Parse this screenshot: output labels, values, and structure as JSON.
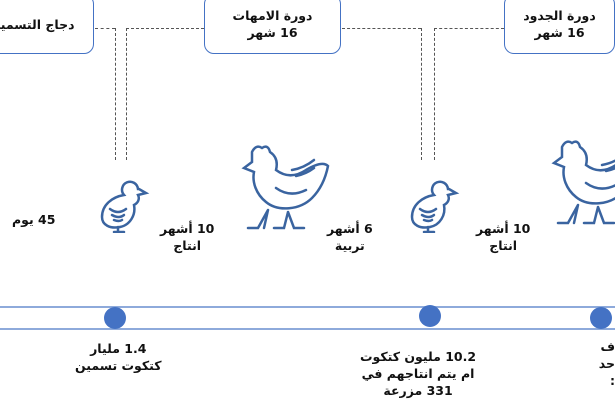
{
  "cycles": [
    {
      "title": "دجاج التسمين",
      "duration": ""
    },
    {
      "title": "دورة الامهات",
      "duration": "16 شهر"
    },
    {
      "title": "دورة الجدود",
      "duration": "16 شهر"
    }
  ],
  "phases": {
    "broiler_days": "45 يوم",
    "p1": {
      "line1": "10 أشهر",
      "line2": "انتاج"
    },
    "p2": {
      "line1": "6 أشهر",
      "line2": "تربية"
    },
    "p3": {
      "line1": "10 أشهر",
      "line2": "انتاج"
    }
  },
  "milestones": [
    {
      "line1": "1.4 مليار",
      "line2": "كتكوت تسمين"
    },
    {
      "line1": "10.2 مليون كتكوت",
      "line2": "ام يتم انتاجهم في",
      "line3": "331 مزرعة"
    },
    {
      "line1": "ف",
      "line2": "حد",
      "line3": ":"
    }
  ],
  "colors": {
    "accent": "#4472c4",
    "icon": "#3a64a0"
  }
}
